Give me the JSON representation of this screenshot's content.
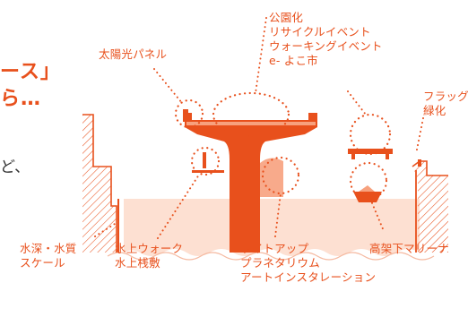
{
  "accent_color": "#e8501c",
  "fill_light": "#fde0d2",
  "fill_mid": "#f7a17e",
  "heading_partial": {
    "line1": "ース」",
    "line2": "ら…"
  },
  "body_partial": "ど、",
  "labels": {
    "solar_panel": "太陽光パネル",
    "top_group": [
      "公園化",
      "リサイクルイベント",
      "ウォーキングイベント",
      "e- よこ市"
    ],
    "right_group": [
      "フラッグ",
      "緑化"
    ],
    "depth_group": [
      "水深・水質",
      "スケール"
    ],
    "walk_group": [
      "水上ウォーク",
      "水上桟敷"
    ],
    "light_group": [
      "ライトアップ",
      "プラネタリウム",
      "アートインスタレーション"
    ],
    "marina": "高架下マリーナ"
  }
}
